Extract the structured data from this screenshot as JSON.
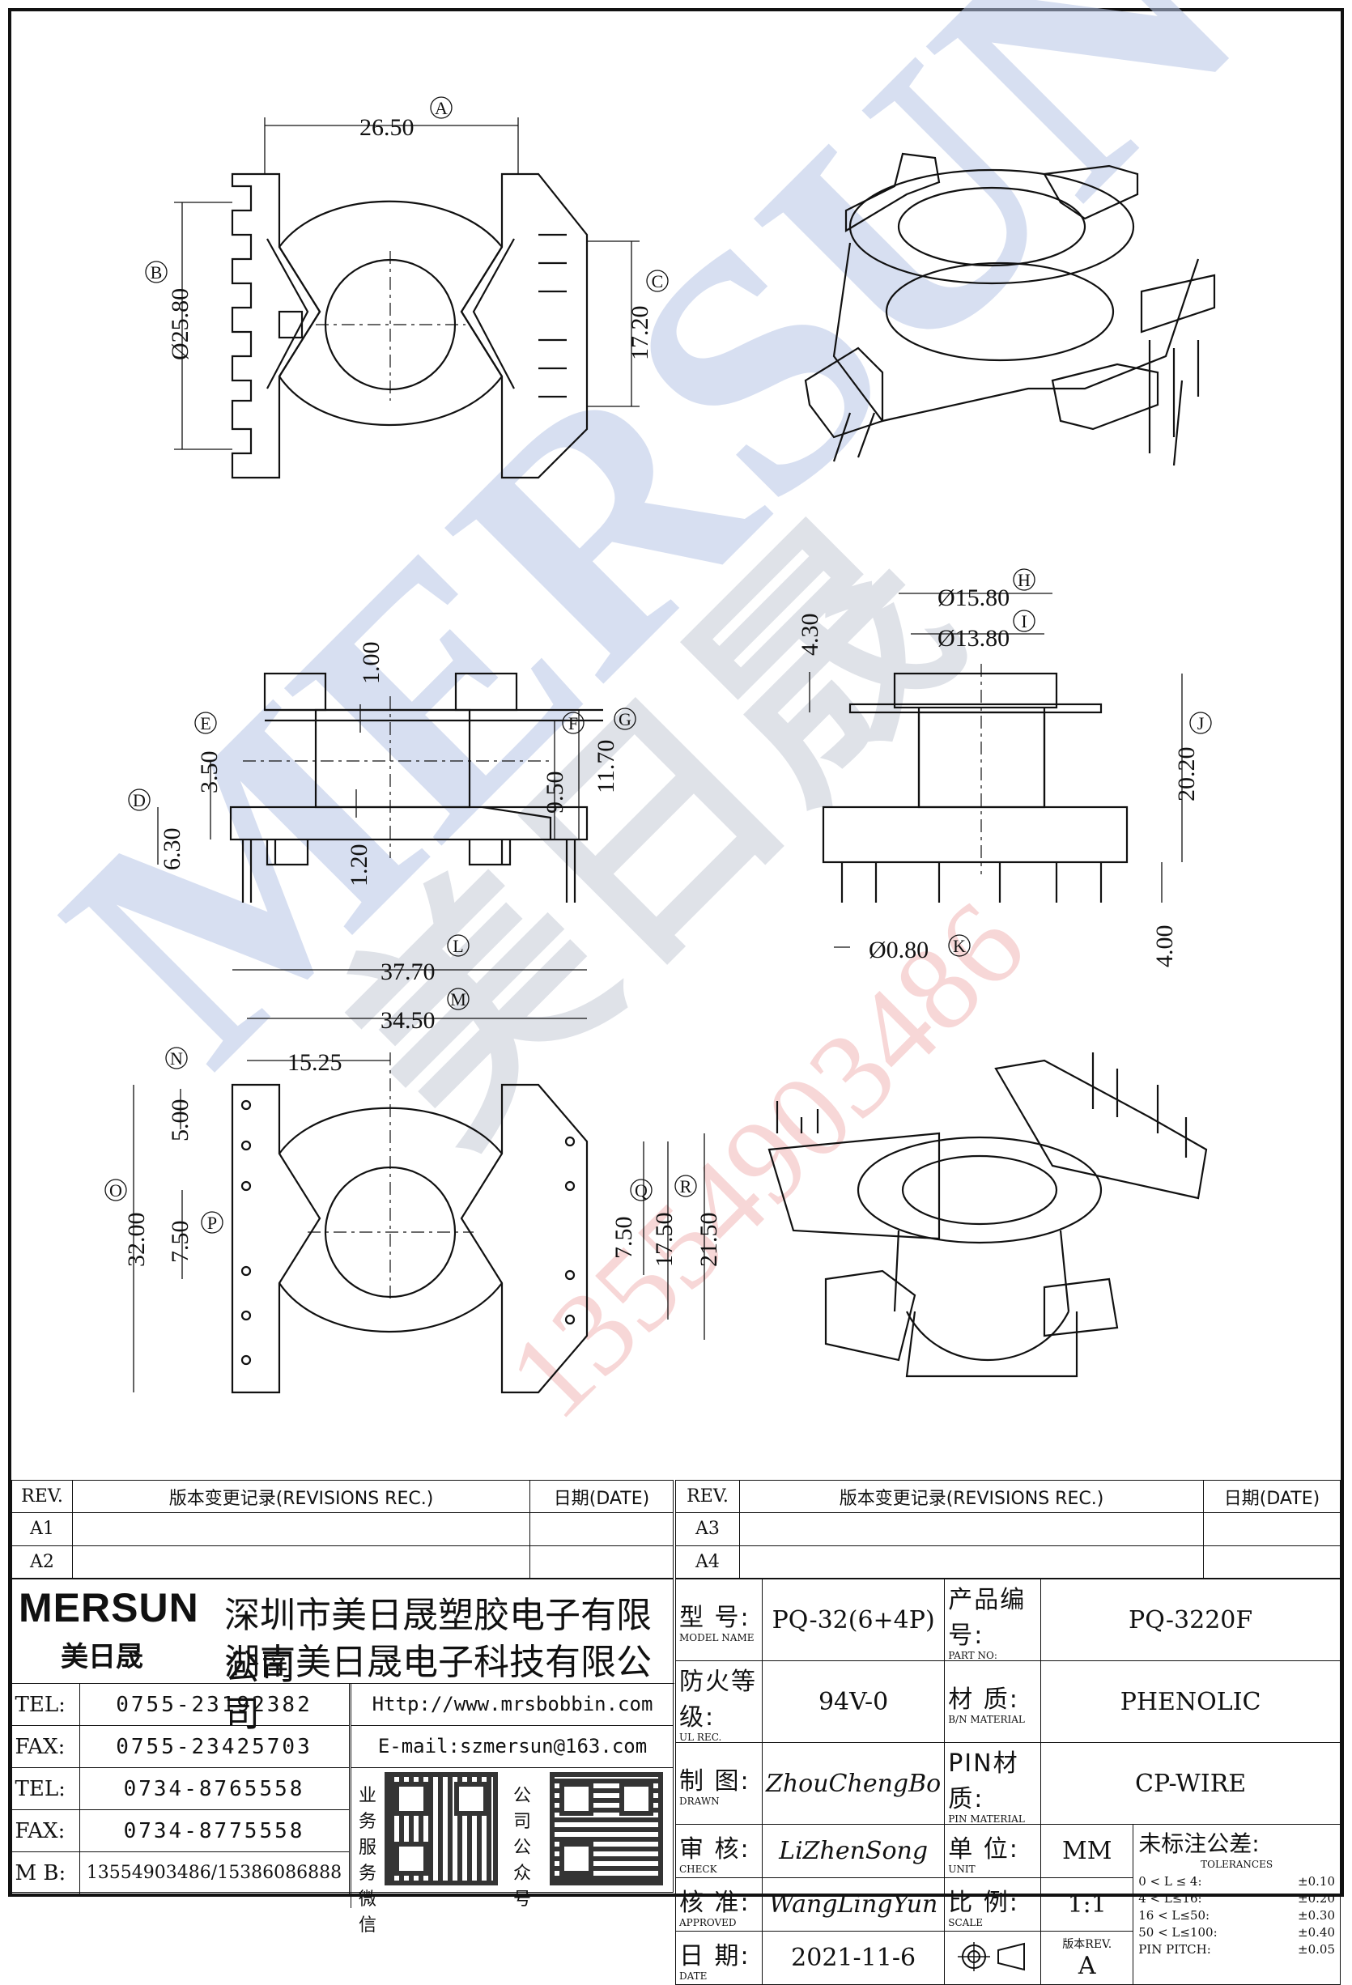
{
  "watermark": {
    "brand": "MERSUN",
    "cn_brand": "美日晟",
    "phone": "13554903486"
  },
  "dims": {
    "top_width": "26.50",
    "top_dia": "Ø25.80",
    "top_slot": "17.20",
    "side_gap": "1.00",
    "side_e": "3.50",
    "side_f": "9.50",
    "side_g": "11.70",
    "side_d": "6.30",
    "side_base": "1.20",
    "right_h": "Ø15.80",
    "right_i": "Ø13.80",
    "right_top": "4.30",
    "right_j": "20.20",
    "right_pin": "4.00",
    "right_k": "Ø0.80",
    "bot_l": "37.70",
    "bot_m": "34.50",
    "bot_n": "15.25",
    "bot_5": "5.00",
    "bot_o": "32.00",
    "bot_p": "7.50",
    "bot_q": "7.50",
    "bot_175": "17.50",
    "bot_r": "21.50"
  },
  "markers": [
    "A",
    "B",
    "C",
    "D",
    "E",
    "F",
    "G",
    "H",
    "I",
    "J",
    "K",
    "L",
    "M",
    "N",
    "O",
    "P",
    "Q",
    "R"
  ],
  "rev_left": {
    "h_rev": "REV.",
    "h_rec": "版本变更记录(REVISIONS REC.)",
    "h_date": "日期(DATE)",
    "rows": [
      "A1",
      "A2"
    ]
  },
  "rev_right": {
    "h_rev": "REV.",
    "h_rec": "版本变更记录(REVISIONS REC.)",
    "h_date": "日期(DATE)",
    "rows": [
      "A3",
      "A4"
    ]
  },
  "company": {
    "logo": "MERSUN",
    "logo_cn": "美日晟",
    "name1": "深圳市美日晟塑胶电子有限公司",
    "name2": "湖南美日晟电子科技有限公司",
    "tel1_label": "TEL:",
    "tel1": "0755-23192382",
    "fax1_label": "FAX:",
    "fax1": "0755-23425703",
    "tel2_label": "TEL:",
    "tel2": "0734-8765558",
    "fax2_label": "FAX:",
    "fax2": "0734-8775558",
    "mb_label": "M B:",
    "mb": "13554903486/15386086888",
    "http": "Http://www.mrsbobbin.com",
    "email": "E-mail:szmersun@163.com",
    "wechat_label": "业务\n服务\n微信",
    "public_label": "公司\n公众\n号"
  },
  "spec": {
    "model_label": "型 号:",
    "model_sub": "MODEL NAME",
    "model": "PQ-32(6+4P)",
    "part_label": "产品编号:",
    "part_sub": "PART NO:",
    "part": "PQ-3220F",
    "ul_label": "防火等级:",
    "ul_sub": "UL REC.",
    "ul": "94V-0",
    "mat_label": "材 质:",
    "mat_sub": "B/N MATERIAL",
    "mat": "PHENOLIC",
    "drawn_label": "制 图:",
    "drawn_sub": "DRAWN",
    "drawn": "ZhouChengBo",
    "pinmat_label": "PIN材质:",
    "pinmat_sub": "PIN MATERIAL",
    "pinmat": "CP-WIRE",
    "check_label": "审 核:",
    "check_sub": "CHECK",
    "check": "LiZhenSong",
    "unit_label": "单 位:",
    "unit_sub": "UNIT",
    "unit": "MM",
    "tol_label": "未标注公差:",
    "tol_sub": "TOLERANCES",
    "approved_label": "核 准:",
    "approved_sub": "APPROVED",
    "approved": "WangLingYun",
    "scale_label": "比 例:",
    "scale_sub": "SCALE",
    "scale": "1:1",
    "date_label": "日 期:",
    "date_sub": "DATE",
    "date": "2021-11-6",
    "ver_label": "版本REV.",
    "ver": "A",
    "tolerances": [
      {
        "range": "0 < L ≤ 4:",
        "tol": "±0.10"
      },
      {
        "range": "4 < L≤16:",
        "tol": "±0.20"
      },
      {
        "range": "16 < L≤50:",
        "tol": "±0.30"
      },
      {
        "range": "50 < L≤100:",
        "tol": "±0.40"
      },
      {
        "range": "PIN PITCH:",
        "tol": "±0.05"
      }
    ]
  }
}
